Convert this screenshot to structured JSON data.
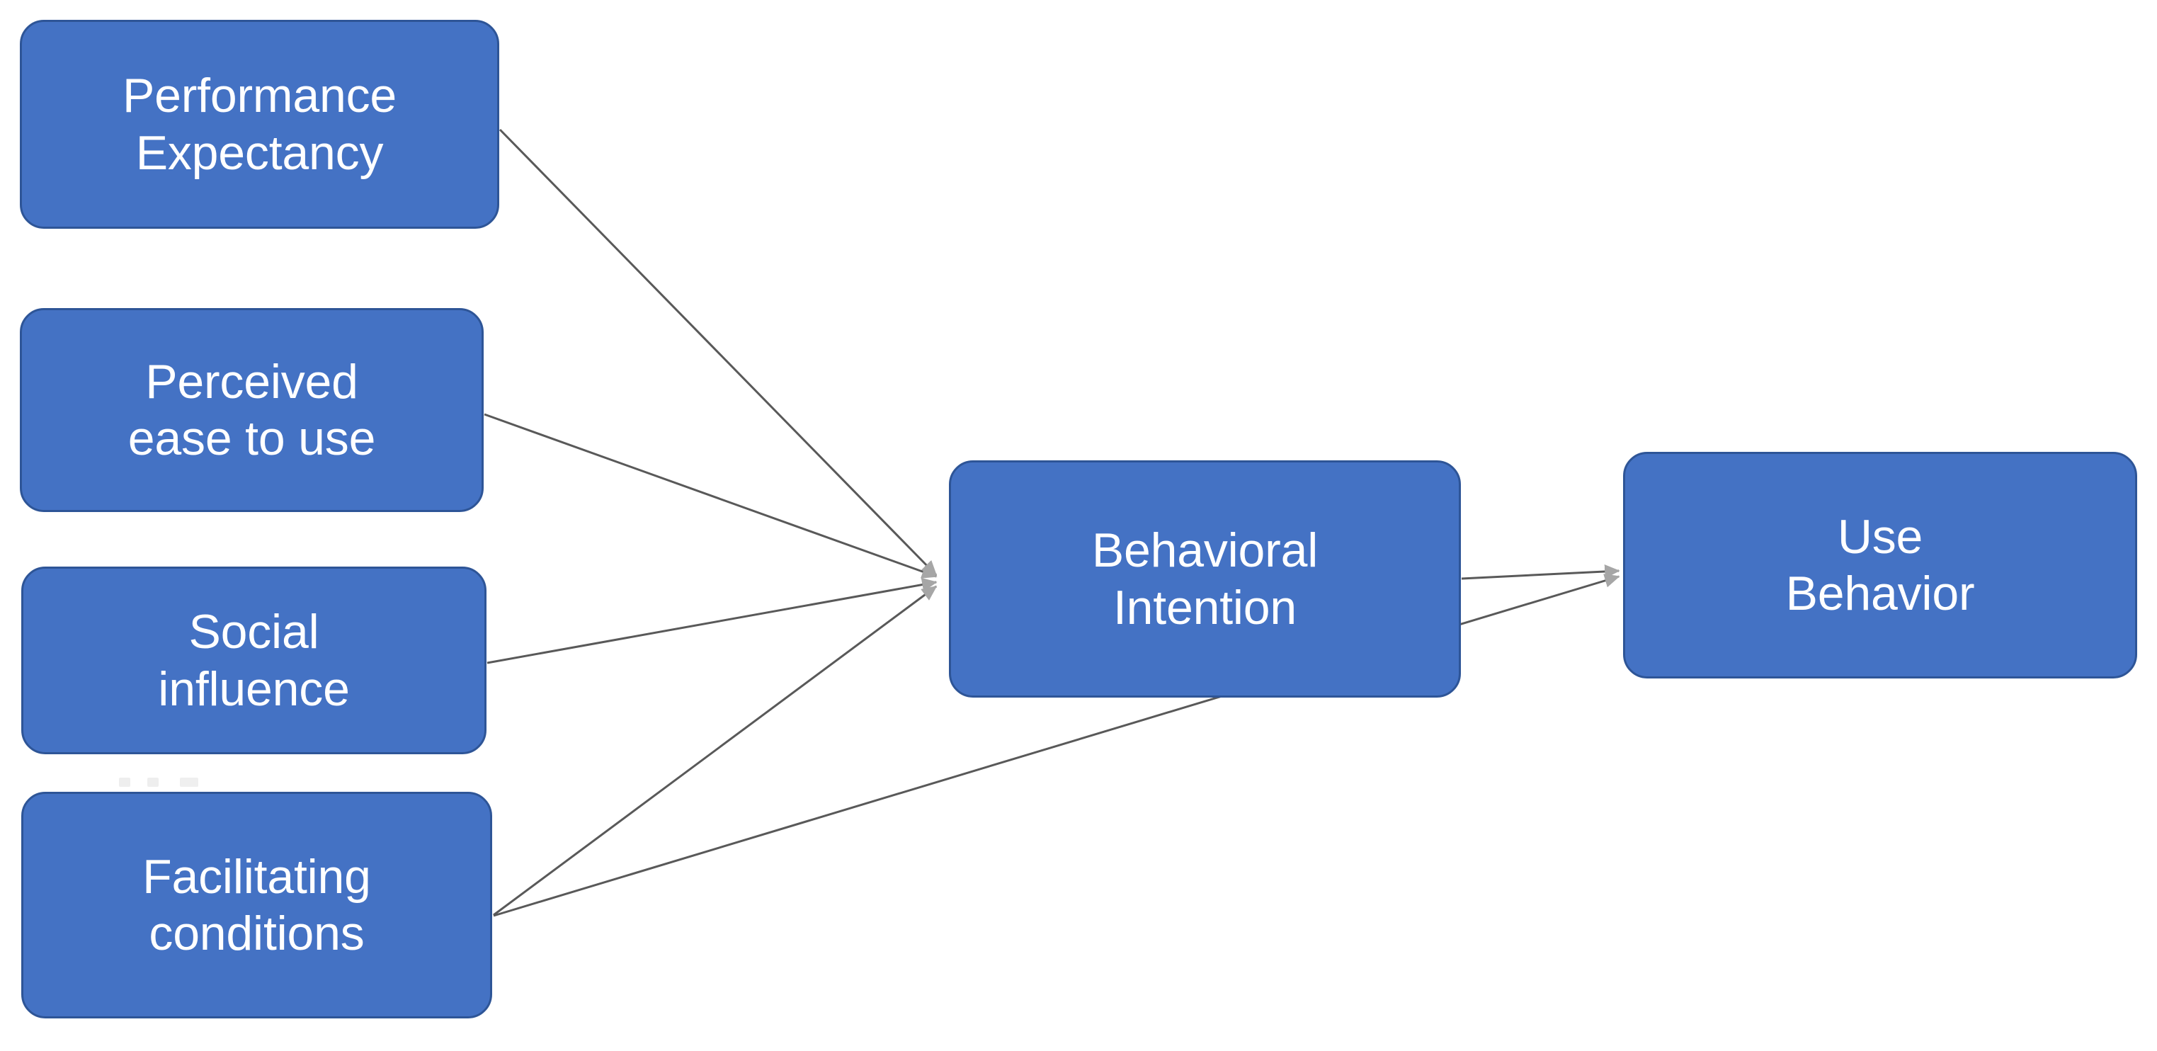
{
  "diagram": {
    "title": "UTAUT Behavioral Intention and Use Behavior model",
    "background_color": "#FFFFFF",
    "node_fill_color": "#4472C4",
    "node_border_color": "#2E5597",
    "node_text_color": "#FFFFFF",
    "connector_line_color": "#595959",
    "connector_arrow_color": "#A6A6A6",
    "nodes": [
      {
        "id": "performance-expectancy",
        "label": "Performance\nExpectancy",
        "line1": "Performance",
        "line2": "Expectancy"
      },
      {
        "id": "perceived-ease-to-use",
        "label": "Perceived\nease to use",
        "line1": "Perceived",
        "line2": "ease to use"
      },
      {
        "id": "social-influence",
        "label": "Social\ninfluence",
        "line1": "Social",
        "line2": "influence"
      },
      {
        "id": "facilitating-conditions",
        "label": "Facilitating\nconditions",
        "line1": "Facilitating",
        "line2": "conditions"
      },
      {
        "id": "behavioral-intention",
        "label": "Behavioral\nIntention",
        "line1": "Behavioral",
        "line2": "Intention"
      },
      {
        "id": "use-behavior",
        "label": "Use\nBehavior",
        "line1": "Use",
        "line2": "Behavior"
      }
    ],
    "connectors": [
      {
        "id": "performance-expectancy-to-behavioral-intention",
        "from": "performance-expectancy",
        "to": "behavioral-intention",
        "arrowhead": true
      },
      {
        "id": "perceived-ease-to-use-to-behavioral-intention",
        "from": "perceived-ease-to-use",
        "to": "behavioral-intention",
        "arrowhead": true
      },
      {
        "id": "social-influence-to-behavioral-intention",
        "from": "social-influence",
        "to": "behavioral-intention",
        "arrowhead": true
      },
      {
        "id": "facilitating-conditions-to-behavioral-intention",
        "from": "facilitating-conditions",
        "to": "behavioral-intention",
        "arrowhead": true
      },
      {
        "id": "behavioral-intention-to-use-behavior",
        "from": "behavioral-intention",
        "to": "use-behavior",
        "arrowhead": true
      },
      {
        "id": "facilitating-conditions-to-use-behavior",
        "from": "facilitating-conditions",
        "to": "use-behavior",
        "arrowhead": true
      }
    ]
  }
}
